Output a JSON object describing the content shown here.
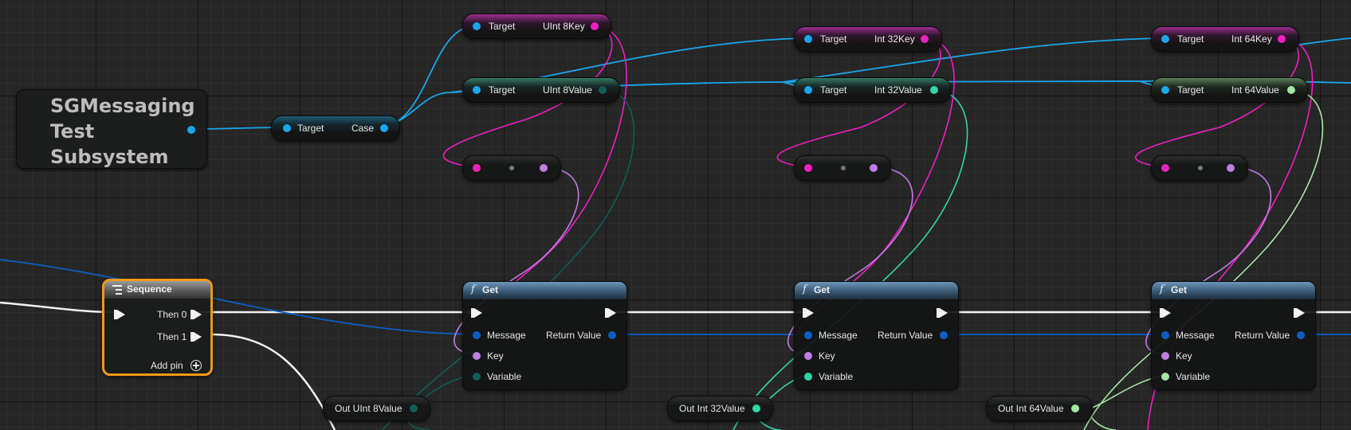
{
  "colors": {
    "grid_bg": "#262626",
    "object_pin": "#1aa7ec",
    "struct_pin": "#0b5fc4",
    "uint8_key_pin": "#ee1fc2",
    "uint8_value_pin": "#0e5f57",
    "int32_value_pin": "#2ed8a8",
    "int64_value_pin": "#a7e4a6",
    "wildcard_pin": "#c07de3",
    "exec_wire": "#f2f2f2",
    "sequence_border": "#f09a16"
  },
  "subsystem_node": {
    "title_lines": [
      "SGMessaging",
      "Test",
      "Subsystem"
    ]
  },
  "cast_node": {
    "input_label": "Target",
    "output_label": "Case"
  },
  "sequence_node": {
    "title": "Sequence",
    "outputs": [
      "Then 0",
      "Then 1"
    ],
    "add_pin_label": "Add pin",
    "icon": "sequence-icon"
  },
  "columns": [
    {
      "key_node": {
        "target_label": "Target",
        "output_label": "UInt 8Key"
      },
      "value_node": {
        "target_label": "Target",
        "output_label": "UInt 8Value"
      },
      "get_node": {
        "title": "Get",
        "message_label": "Message",
        "return_label": "Return Value",
        "key_label": "Key",
        "variable_label": "Variable"
      },
      "out_node": {
        "label": "Out UInt 8Value"
      }
    },
    {
      "key_node": {
        "target_label": "Target",
        "output_label": "Int 32Key"
      },
      "value_node": {
        "target_label": "Target",
        "output_label": "Int 32Value"
      },
      "get_node": {
        "title": "Get",
        "message_label": "Message",
        "return_label": "Return Value",
        "key_label": "Key",
        "variable_label": "Variable"
      },
      "out_node": {
        "label": "Out Int 32Value"
      }
    },
    {
      "key_node": {
        "target_label": "Target",
        "output_label": "Int 64Key"
      },
      "value_node": {
        "target_label": "Target",
        "output_label": "Int 64Value"
      },
      "get_node": {
        "title": "Get",
        "message_label": "Message",
        "return_label": "Return Value",
        "key_label": "Key",
        "variable_label": "Variable"
      },
      "out_node": {
        "label": "Out Int 64Value"
      }
    }
  ]
}
